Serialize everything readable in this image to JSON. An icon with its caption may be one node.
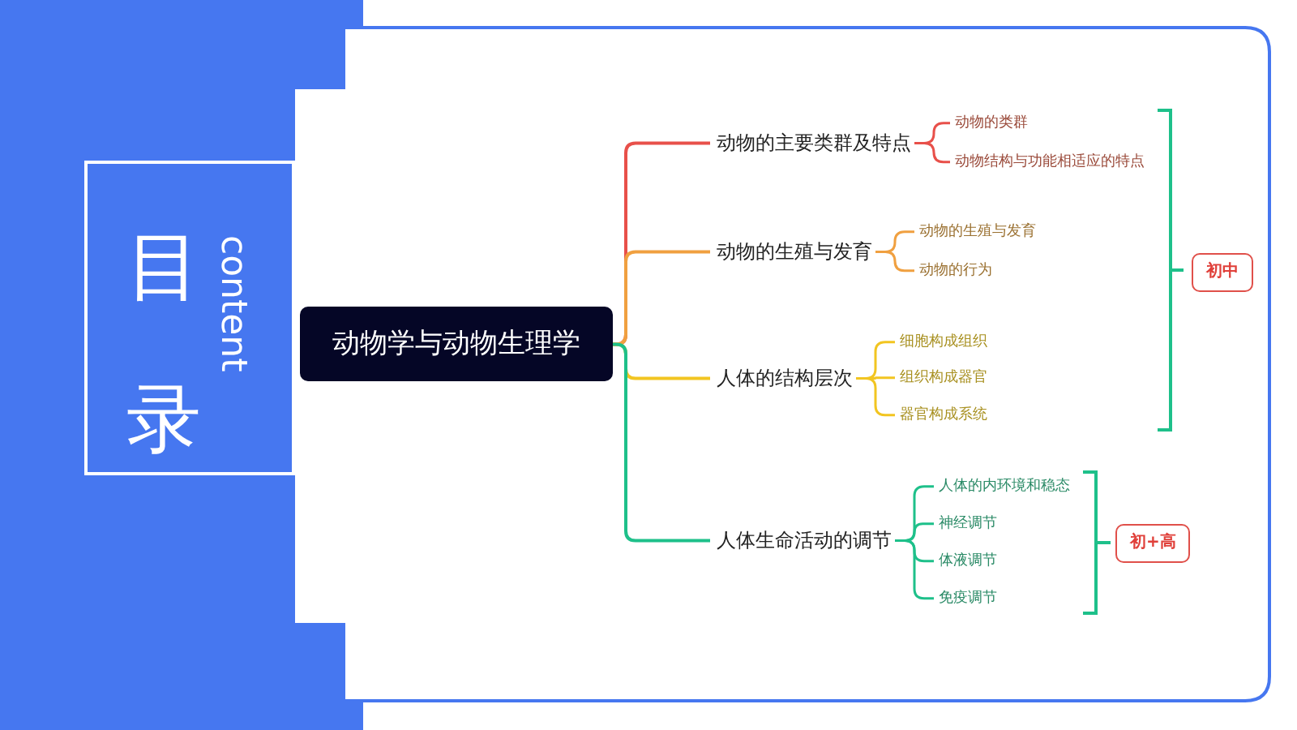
{
  "diagram": {
    "nodes": [
      {
        "text": [
          "目录",
          "content"
        ]
      },
      {
        "text": [
          "动物学与动物生理学"
        ]
      },
      {
        "text": [
          "动物的主要类群及特点"
        ]
      },
      {
        "text": [
          "动物的生殖与发育"
        ]
      },
      {
        "text": [
          "人体的结构层次"
        ]
      },
      {
        "text": [
          "人体生命活动的调节"
        ]
      },
      {
        "text": [
          "动物的类群"
        ]
      },
      {
        "text": [
          "动物结构与功能相适应的特点"
        ]
      },
      {
        "text": [
          "动物的生殖与发育"
        ]
      },
      {
        "text": [
          "动物的行为"
        ]
      },
      {
        "text": [
          "细胞构成组织"
        ]
      },
      {
        "text": [
          "组织构成器官"
        ]
      },
      {
        "text": [
          "器官构成系统"
        ]
      },
      {
        "text": [
          "人体的内环境和稳态"
        ]
      },
      {
        "text": [
          "神经调节"
        ]
      },
      {
        "text": [
          "体液调节"
        ]
      },
      {
        "text": [
          "免疫调节"
        ]
      },
      {
        "text": [
          "初中"
        ]
      },
      {
        "text": [
          "初+高"
        ]
      }
    ],
    "edges": [
      {
        "from": 1,
        "to": 2,
        "arrow": "none",
        "color": "#e8504a"
      },
      {
        "from": 1,
        "to": 3,
        "arrow": "none",
        "color": "#f0a040"
      },
      {
        "from": 1,
        "to": 4,
        "arrow": "none",
        "color": "#f2c521"
      },
      {
        "from": 1,
        "to": 5,
        "arrow": "none",
        "color": "#1ec08a"
      },
      {
        "from": 2,
        "to": 6,
        "arrow": "none",
        "color": "#e8504a"
      },
      {
        "from": 2,
        "to": 7,
        "arrow": "none",
        "color": "#e8504a"
      },
      {
        "from": 3,
        "to": 8,
        "arrow": "none",
        "color": "#f0a040"
      },
      {
        "from": 3,
        "to": 9,
        "arrow": "none",
        "color": "#f0a040"
      },
      {
        "from": 4,
        "to": 10,
        "arrow": "none",
        "color": "#f2c521"
      },
      {
        "from": 4,
        "to": 11,
        "arrow": "none",
        "color": "#f2c521"
      },
      {
        "from": 4,
        "to": 12,
        "arrow": "none",
        "color": "#f2c521"
      },
      {
        "from": 5,
        "to": 13,
        "arrow": "none",
        "color": "#1ec08a"
      },
      {
        "from": 5,
        "to": 14,
        "arrow": "none",
        "color": "#1ec08a"
      },
      {
        "from": 5,
        "to": 15,
        "arrow": "none",
        "color": "#1ec08a"
      },
      {
        "from": 5,
        "to": 16,
        "arrow": "none",
        "color": "#1ec08a"
      }
    ]
  }
}
